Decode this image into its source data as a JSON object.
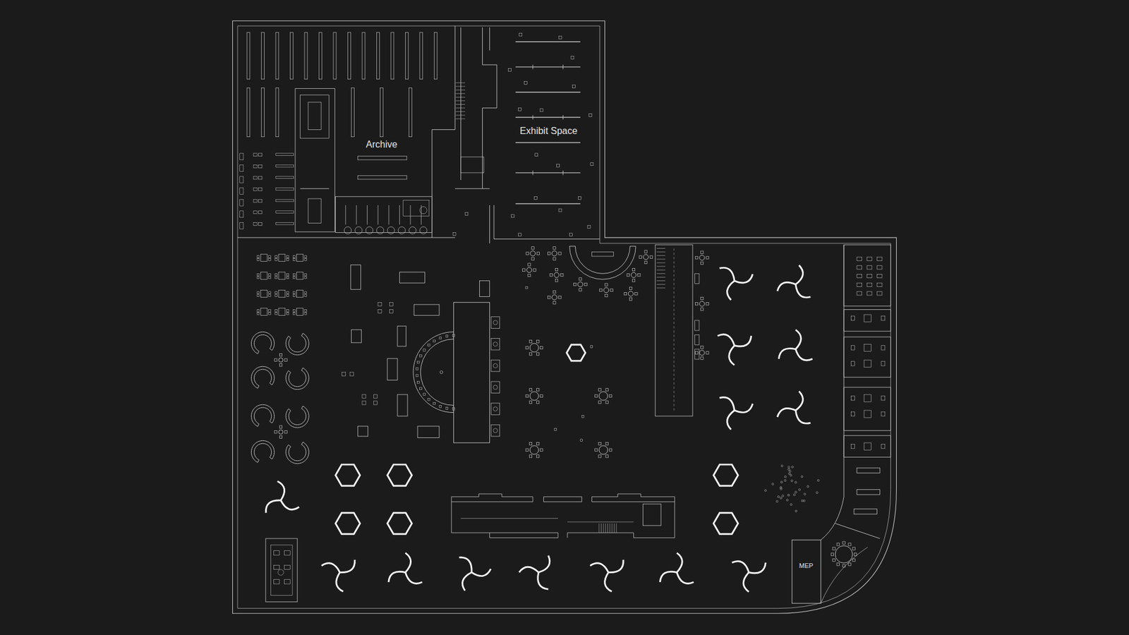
{
  "diagram": {
    "nodes": [
      {
        "text": [
          "Archive"
        ]
      },
      {
        "text": [
          "Exhibit Space"
        ]
      },
      {
        "text": [
          "MEP"
        ]
      }
    ]
  }
}
